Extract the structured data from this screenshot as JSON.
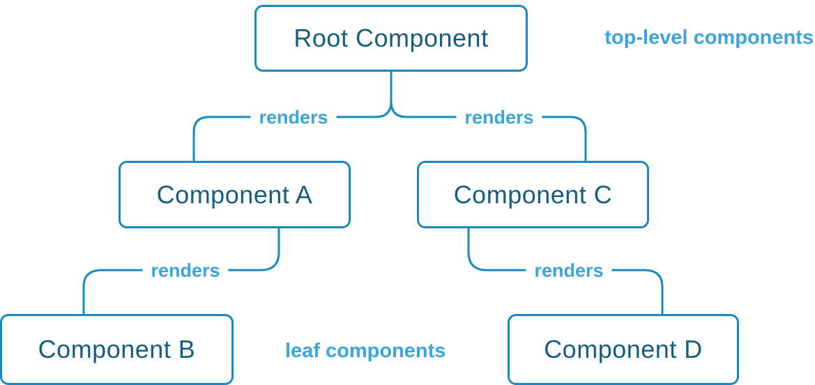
{
  "diagram": {
    "nodes": {
      "root": {
        "label": "Root Component"
      },
      "a": {
        "label": "Component A"
      },
      "b": {
        "label": "Component B"
      },
      "c": {
        "label": "Component C"
      },
      "d": {
        "label": "Component D"
      }
    },
    "edges": [
      {
        "from": "root",
        "to": "a",
        "label": "renders"
      },
      {
        "from": "root",
        "to": "c",
        "label": "renders"
      },
      {
        "from": "a",
        "to": "b",
        "label": "renders"
      },
      {
        "from": "c",
        "to": "d",
        "label": "renders"
      }
    ],
    "annotations": {
      "top": "top-level components",
      "bottom": "leaf components"
    },
    "colors": {
      "node_border": "#1789c0",
      "node_text": "#155e80",
      "accent": "#3aa4dc",
      "background": "#ffffff"
    }
  }
}
